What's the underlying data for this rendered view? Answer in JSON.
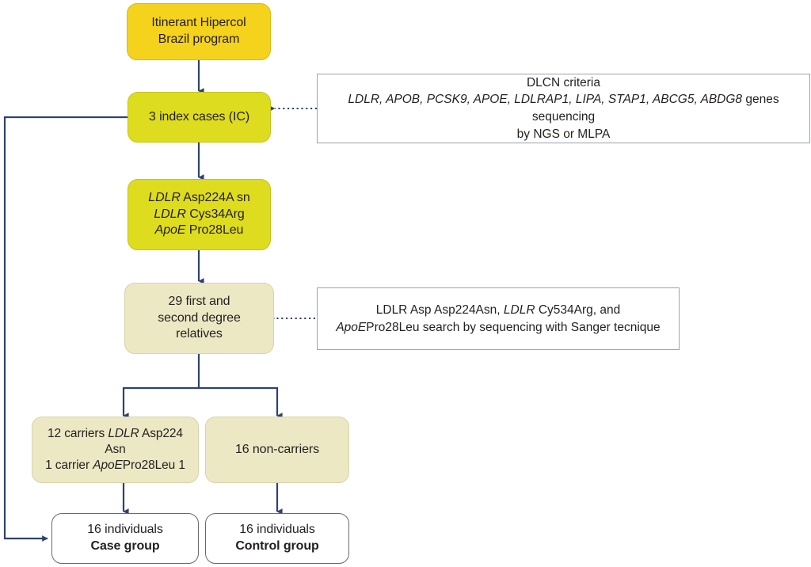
{
  "diagram": {
    "title": "Itinerant Hipercol Brazil program study flow",
    "colors": {
      "gold": "#F5D21C",
      "lime": "#DEDC1E",
      "beige": "#EDE8C4",
      "white": "#FFFFFF",
      "connector": "#2E4272",
      "callout_border": "#9AA3B0"
    },
    "nodes": {
      "program": {
        "line1": "Itinerant Hipercol",
        "line2": "Brazil program"
      },
      "index_cases": {
        "label": "3 index cases (IC)"
      },
      "variants": {
        "line1_gene": "LDLR",
        "line1_rest": "Asp224A sn",
        "line2_gene": "LDLR",
        "line2_rest": "Cys34Arg",
        "line3_gene": "ApoE",
        "line3_rest": "Pro28Leu"
      },
      "relatives": {
        "line1": "29 first and",
        "line2": "second degree",
        "line3": "relatives"
      },
      "carriers": {
        "line1_pre": "12 carriers",
        "line1_gene": "LDLR",
        "line1_post": "Asp224 Asn",
        "line2_pre": "1 carrier",
        "line2_gene": "ApoE",
        "line2_post": "Pro28Leu 1"
      },
      "non_carriers": {
        "label": "16 non-carriers"
      },
      "case_group": {
        "line1": "16 individuals",
        "line2": "Case group"
      },
      "control_group": {
        "line1": "16 individuals",
        "line2": "Control group"
      }
    },
    "callouts": {
      "dlcn": {
        "line1": "DLCN criteria",
        "line2_genes": "LDLR, APOB, PCSK9, APOE, LDLRAP1, LIPA, STAP1, ABCG5, ABDG8",
        "line2_rest": "genes sequencing",
        "line3": "by NGS or MLPA"
      },
      "sanger": {
        "line1_pre": "LDLR Asp Asp224Asn,",
        "line1_gene": "LDLR",
        "line1_post": "Cy534Arg, and",
        "line2_gene": "ApoE",
        "line2_post": "Pro28Leu search by sequencing with Sanger tecnique"
      }
    }
  }
}
